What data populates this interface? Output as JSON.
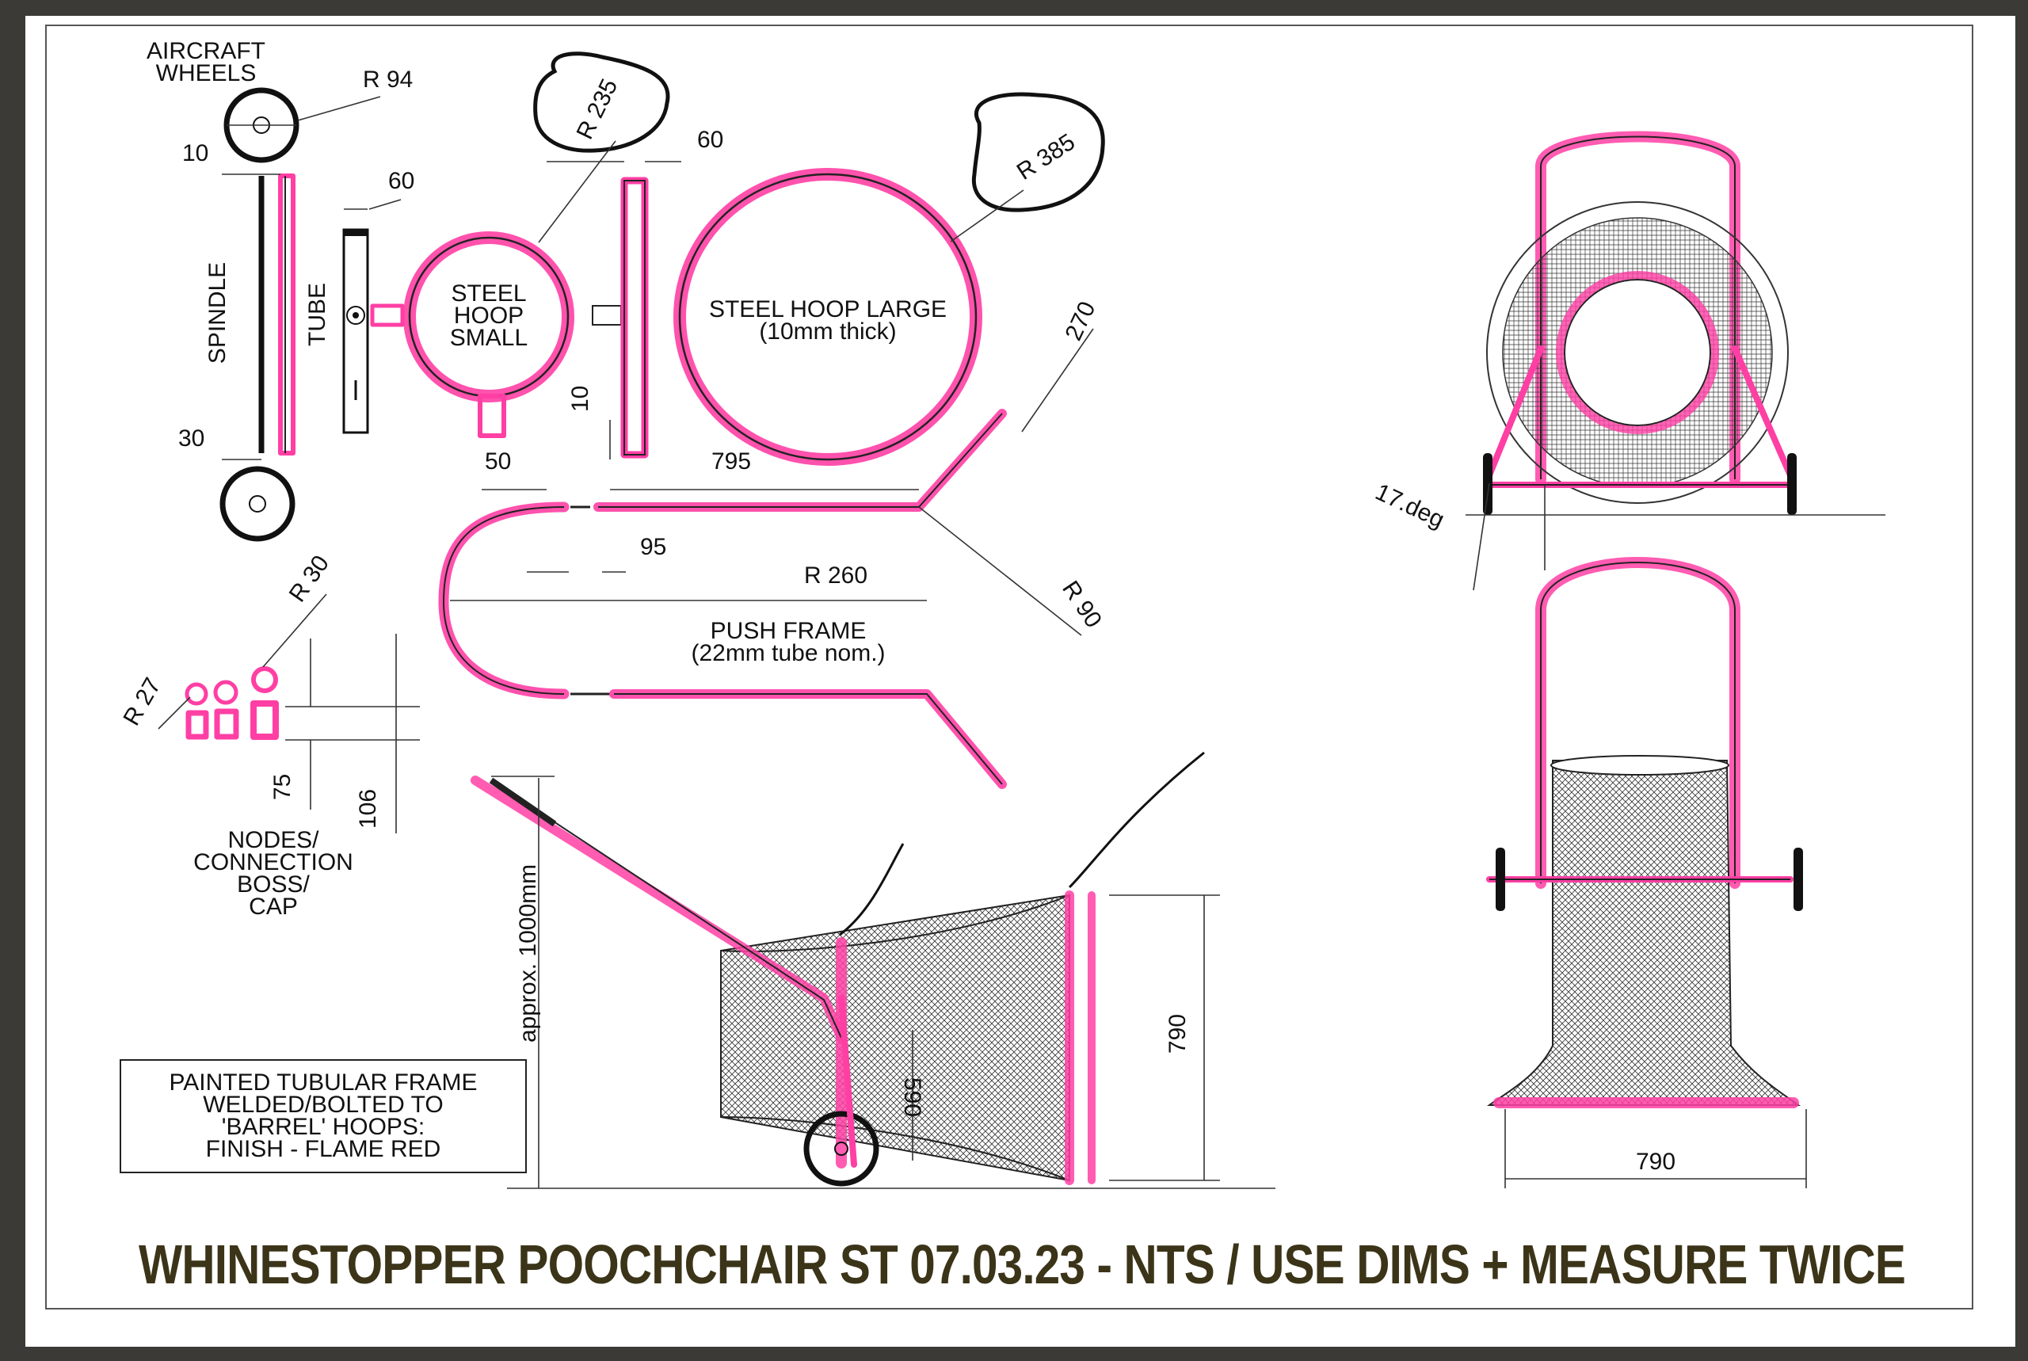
{
  "title": "WHINESTOPPER POOCHCHAIR ST 07.03.23 - NTS / USE DIMS + MEASURE TWICE",
  "colors": {
    "paper": "#ffffff",
    "highlight": "#ff3fa4",
    "ink": "#222222",
    "title": "#3b3418",
    "background": "#3c3a36"
  },
  "parts": {
    "wheels": {
      "line1": "AIRCRAFT",
      "line2": "WHEELS",
      "radius": "R 94"
    },
    "spindle": "SPINDLE",
    "tube": "TUBE",
    "hoop_small": {
      "line1": "STEEL",
      "line2": "HOOP",
      "line3": "SMALL",
      "radius": "R 235"
    },
    "hoop_large": {
      "line1": "STEEL HOOP LARGE",
      "line2": "(10mm thick)",
      "radius": "R 385"
    },
    "push_frame": {
      "line1": "PUSH FRAME",
      "line2": "(22mm tube nom.)"
    },
    "nodes": {
      "line1": "NODES/",
      "line2": "CONNECTION",
      "line3": "BOSS/",
      "line4": "CAP",
      "r27": "R 27",
      "r30": "R 30"
    }
  },
  "dims": {
    "d10_spindle": "10",
    "d60_tube": "60",
    "d30": "30",
    "d60_bar": "60",
    "d10_bar": "10",
    "d50": "50",
    "d795": "795",
    "d270": "270",
    "d95": "95",
    "r260": "R 260",
    "r90": "R 90",
    "d75": "75",
    "d106": "106",
    "height": "approx. 1000mm",
    "d590": "590",
    "d790_side": "790",
    "angle": "17.deg",
    "d790_front": "790"
  },
  "note": {
    "line1": "PAINTED TUBULAR FRAME",
    "line2": "WELDED/BOLTED TO",
    "line3": "'BARREL' HOOPS:",
    "line4": "FINISH - FLAME RED"
  }
}
